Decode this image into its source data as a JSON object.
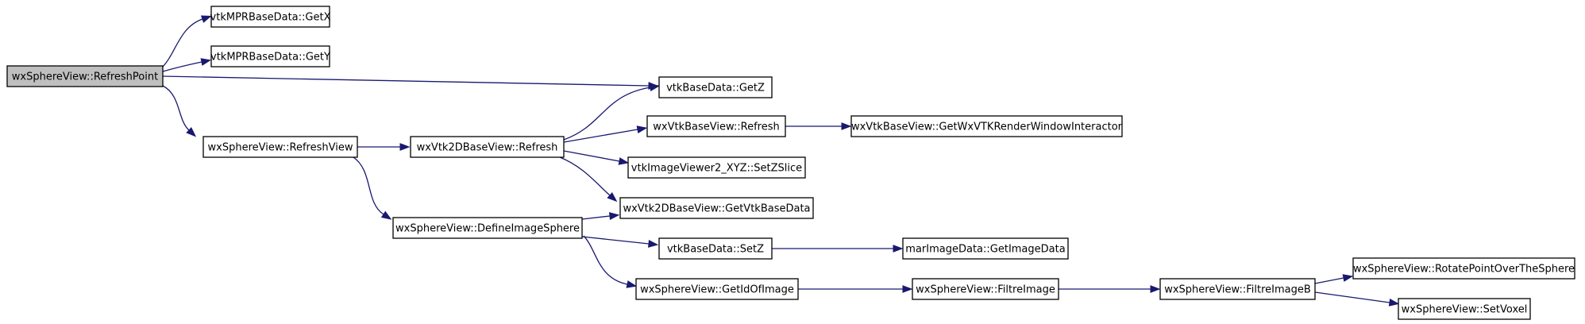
{
  "nodes": [
    {
      "id": "n1",
      "label": "wxSphereView::RefreshPoint",
      "root": true
    },
    {
      "id": "n2",
      "label": "vtkMPRBaseData::GetX"
    },
    {
      "id": "n3",
      "label": "vtkMPRBaseData::GetY"
    },
    {
      "id": "n4",
      "label": "vtkBaseData::GetZ"
    },
    {
      "id": "n5",
      "label": "wxSphereView::RefreshView"
    },
    {
      "id": "n6",
      "label": "wxVtk2DBaseView::Refresh"
    },
    {
      "id": "n7",
      "label": "wxVtkBaseView::Refresh"
    },
    {
      "id": "n8",
      "label": "wxVtkBaseView::GetWxVTKRenderWindowInteractor"
    },
    {
      "id": "n9",
      "label": "vtkImageViewer2_XYZ::SetZSlice"
    },
    {
      "id": "n10",
      "label": "wxVtk2DBaseView::GetVtkBaseData"
    },
    {
      "id": "n11",
      "label": "wxSphereView::DefineImageSphere"
    },
    {
      "id": "n12",
      "label": "vtkBaseData::SetZ"
    },
    {
      "id": "n13",
      "label": "marImageData::GetImageData"
    },
    {
      "id": "n14",
      "label": "wxSphereView::GetIdOfImage"
    },
    {
      "id": "n15",
      "label": "wxSphereView::FiltreImage"
    },
    {
      "id": "n16",
      "label": "wxSphereView::FiltreImageB"
    },
    {
      "id": "n17",
      "label": "wxSphereView::RotatePointOverTheSphere"
    },
    {
      "id": "n18",
      "label": "wxSphereView::SetVoxel"
    }
  ],
  "edges": [
    {
      "from": "n1",
      "to": "n2"
    },
    {
      "from": "n1",
      "to": "n3"
    },
    {
      "from": "n1",
      "to": "n4"
    },
    {
      "from": "n1",
      "to": "n5"
    },
    {
      "from": "n5",
      "to": "n6"
    },
    {
      "from": "n5",
      "to": "n11"
    },
    {
      "from": "n6",
      "to": "n4"
    },
    {
      "from": "n6",
      "to": "n7"
    },
    {
      "from": "n6",
      "to": "n9"
    },
    {
      "from": "n6",
      "to": "n10"
    },
    {
      "from": "n7",
      "to": "n8"
    },
    {
      "from": "n11",
      "to": "n10"
    },
    {
      "from": "n11",
      "to": "n12"
    },
    {
      "from": "n11",
      "to": "n14"
    },
    {
      "from": "n12",
      "to": "n13"
    },
    {
      "from": "n14",
      "to": "n15"
    },
    {
      "from": "n15",
      "to": "n16"
    },
    {
      "from": "n16",
      "to": "n17"
    },
    {
      "from": "n16",
      "to": "n18"
    }
  ],
  "colors": {
    "edge": "#191970",
    "root_fill": "#bfbfbf",
    "node_fill": "#ffffff",
    "border": "#000000"
  }
}
